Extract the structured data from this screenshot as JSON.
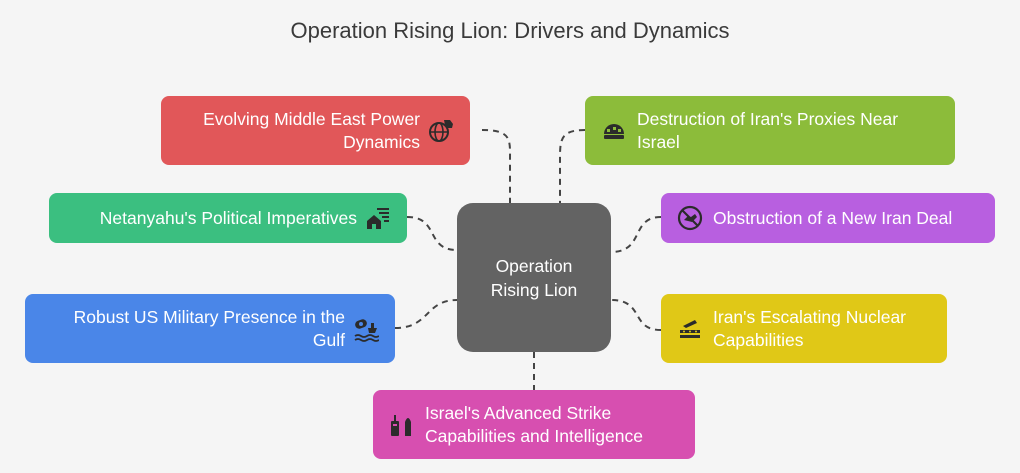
{
  "title": "Operation Rising Lion: Drivers and Dynamics",
  "center": {
    "label": "Operation Rising Lion"
  },
  "nodes": {
    "middle_east": {
      "label": "Evolving Middle East Power Dynamics",
      "icon": "globe-with-fist-icon",
      "color": "#e15759"
    },
    "proxies": {
      "label": "Destruction of Iran's Proxies Near Israel",
      "icon": "destroyed-building-icon",
      "color": "#8cbc3a"
    },
    "netanyahu": {
      "label": "Netanyahu's Political Imperatives",
      "icon": "house-with-motion-icon",
      "color": "#3bbf80"
    },
    "iran_deal": {
      "label": "Obstruction of a New Iran Deal",
      "icon": "no-handshake-icon",
      "color": "#b85fe0"
    },
    "us_military": {
      "label": "Robust US Military Presence in the Gulf",
      "icon": "ships-at-sea-icon",
      "color": "#4a86e8"
    },
    "nuclear": {
      "label": "Iran's Escalating Nuclear Capabilities",
      "icon": "nuclear-facility-icon",
      "color": "#e0c817"
    },
    "strike": {
      "label": "Israel's Advanced Strike Capabilities and Intelligence",
      "icon": "missile-and-radio-icon",
      "color": "#d74fb0"
    }
  }
}
